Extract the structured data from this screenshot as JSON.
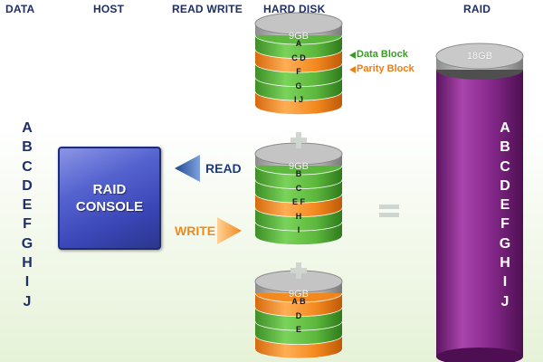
{
  "headers": {
    "data": "DATA",
    "host": "HOST",
    "read_write": "READ WRITE",
    "hard_disk": "HARD DISK",
    "raid": "RAID"
  },
  "data_letters": [
    "A",
    "B",
    "C",
    "D",
    "E",
    "F",
    "G",
    "H",
    "I",
    "J"
  ],
  "console": {
    "line1": "RAID",
    "line2": "CONSOLE"
  },
  "read_label": "READ",
  "write_label": "WRITE",
  "legend": {
    "data_block": "Data Block",
    "parity_block": "Parity Block"
  },
  "disks": [
    {
      "capacity": "9GB",
      "slices": [
        {
          "label": "A",
          "kind": "data"
        },
        {
          "label": "C D",
          "kind": "parity"
        },
        {
          "label": "F",
          "kind": "data"
        },
        {
          "label": "G",
          "kind": "data"
        },
        {
          "label": "I J",
          "kind": "parity"
        }
      ]
    },
    {
      "capacity": "9GB",
      "slices": [
        {
          "label": "B",
          "kind": "data"
        },
        {
          "label": "C",
          "kind": "data"
        },
        {
          "label": "E F",
          "kind": "parity"
        },
        {
          "label": "H",
          "kind": "data"
        },
        {
          "label": "I",
          "kind": "data"
        }
      ]
    },
    {
      "capacity": "9GB",
      "slices": [
        {
          "label": "A B",
          "kind": "parity"
        },
        {
          "label": "D",
          "kind": "data"
        },
        {
          "label": "E",
          "kind": "data"
        },
        {
          "label": "",
          "kind": "parity"
        }
      ]
    }
  ],
  "raid": {
    "capacity": "18GB",
    "letters": [
      "A",
      "B",
      "C",
      "D",
      "E",
      "F",
      "G",
      "H",
      "I",
      "J"
    ]
  },
  "colors": {
    "data_block": "#5cb83c",
    "parity_block": "#f3891f",
    "disk_cap": "#a7a7a7",
    "raid_body": "#8a2a8f",
    "console": "#4452c2",
    "read_arrow": "#2f5aa8",
    "write_arrow": "#f3891f"
  }
}
